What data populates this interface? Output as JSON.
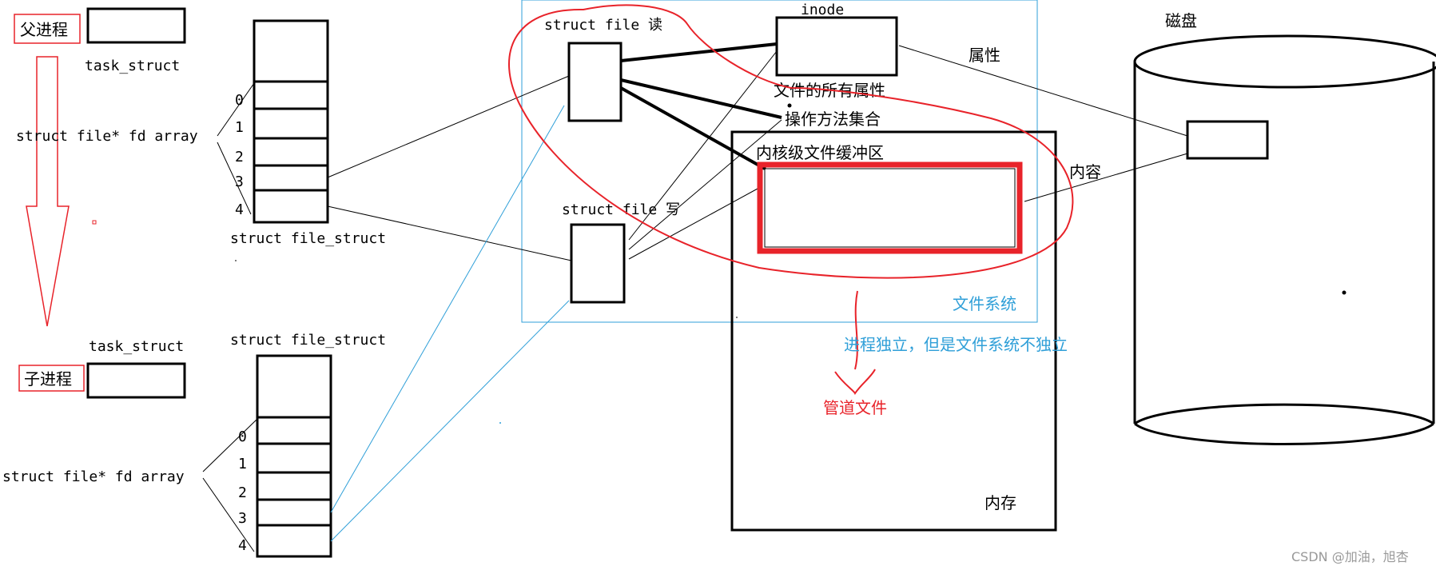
{
  "parent": {
    "label": "父进程",
    "task_struct": "task_struct",
    "fd_array": "struct file* fd array",
    "files_struct": "struct file_struct",
    "indices": [
      "0",
      "1",
      "2",
      "3",
      "4"
    ]
  },
  "child": {
    "label": "子进程",
    "task_struct": "task_struct",
    "fd_array": "struct file* fd array",
    "files_struct": "struct file_struct",
    "indices": [
      "0",
      "1",
      "2",
      "3",
      "4"
    ]
  },
  "file_system": {
    "label": "文件系统",
    "file_read": "struct file 读",
    "file_write": "struct file 写",
    "inode": "inode",
    "all_attributes": "文件的所有属性",
    "operations": "操作方法集合",
    "kernel_buffer": "内核级文件缓冲区"
  },
  "memory": {
    "label": "内存"
  },
  "disk": {
    "label": "磁盘",
    "attr": "属性",
    "content": "内容"
  },
  "notes": {
    "independence": "进程独立，但是文件系统不独立",
    "pipe_file": "管道文件"
  },
  "watermark": "CSDN @加油，旭杏",
  "colors": {
    "red": "#e8232a",
    "blue": "#2f9fd8",
    "black": "#000000",
    "gray": "#999999"
  }
}
